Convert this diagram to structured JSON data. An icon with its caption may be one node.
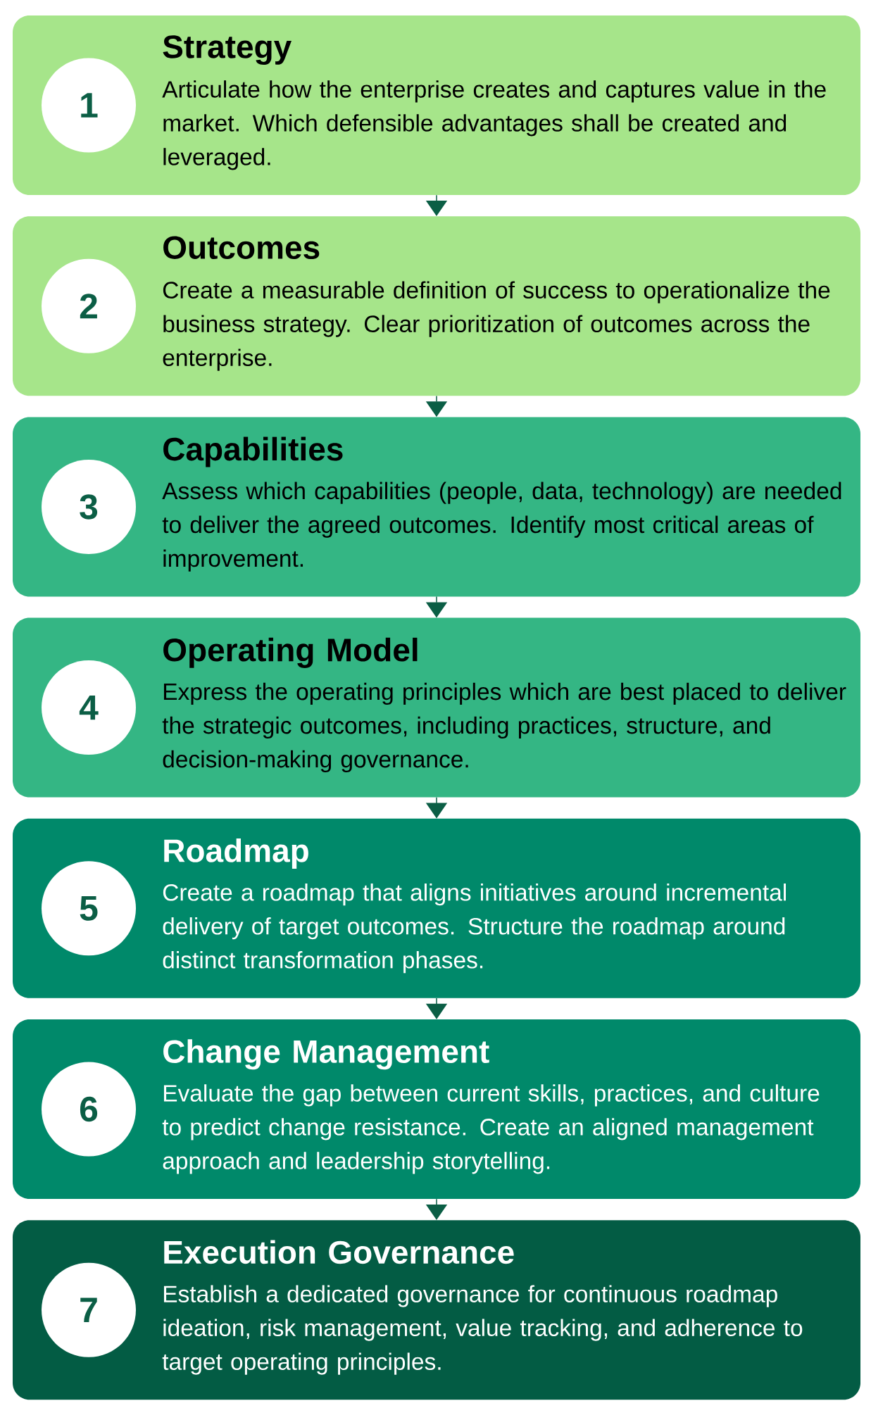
{
  "diagram": {
    "nodes": [
      {
        "text": [
          "Strategy",
          "Articulate how the enterprise creates and captures value in the market. Which defensible advantages shall be created and leveraged."
        ]
      },
      {
        "text": [
          "1"
        ],
        "in": 0
      },
      {
        "text": [
          "Outcomes",
          "Create a measurable definition of success to operationalize the business strategy. Clear prioritization of outcomes across the enterprise."
        ]
      },
      {
        "text": [
          "2"
        ],
        "in": 2
      },
      {
        "text": [
          "Capabilities",
          "Assess which capabilities (people, data, technology) are needed to deliver the agreed outcomes. Identify most critical areas of improvement."
        ]
      },
      {
        "text": [
          "3"
        ],
        "in": 4
      },
      {
        "text": [
          "Operating Model",
          "Express the operating principles which are best placed to deliver the strategic outcomes, including practices, structure, and decision-making governance."
        ]
      },
      {
        "text": [
          "4"
        ],
        "in": 6
      },
      {
        "text": [
          "Roadmap",
          "Create a roadmap that aligns initiatives around incremental delivery of target outcomes. Structure the roadmap around distinct transformation phases."
        ]
      },
      {
        "text": [
          "5"
        ],
        "in": 8
      },
      {
        "text": [
          "Change Management",
          "Evaluate the gap between current skills, practices, and culture to predict change resistance. Create an aligned management approach and leadership storytelling."
        ]
      },
      {
        "text": [
          "6"
        ],
        "in": 10
      },
      {
        "text": [
          "Execution Governance",
          "Establish a dedicated governance for continuous roadmap ideation, risk management, value tracking, and adherence to target operating principles."
        ]
      },
      {
        "text": [
          "7"
        ],
        "in": 12
      }
    ],
    "edges": [
      {
        "from": 0,
        "to": 2,
        "arrow": "to"
      },
      {
        "from": 2,
        "to": 4,
        "arrow": "to"
      },
      {
        "from": 4,
        "to": 6,
        "arrow": "to"
      },
      {
        "from": 6,
        "to": 8,
        "arrow": "to"
      },
      {
        "from": 8,
        "to": 10,
        "arrow": "to"
      },
      {
        "from": 10,
        "to": 12,
        "arrow": "to"
      }
    ]
  }
}
